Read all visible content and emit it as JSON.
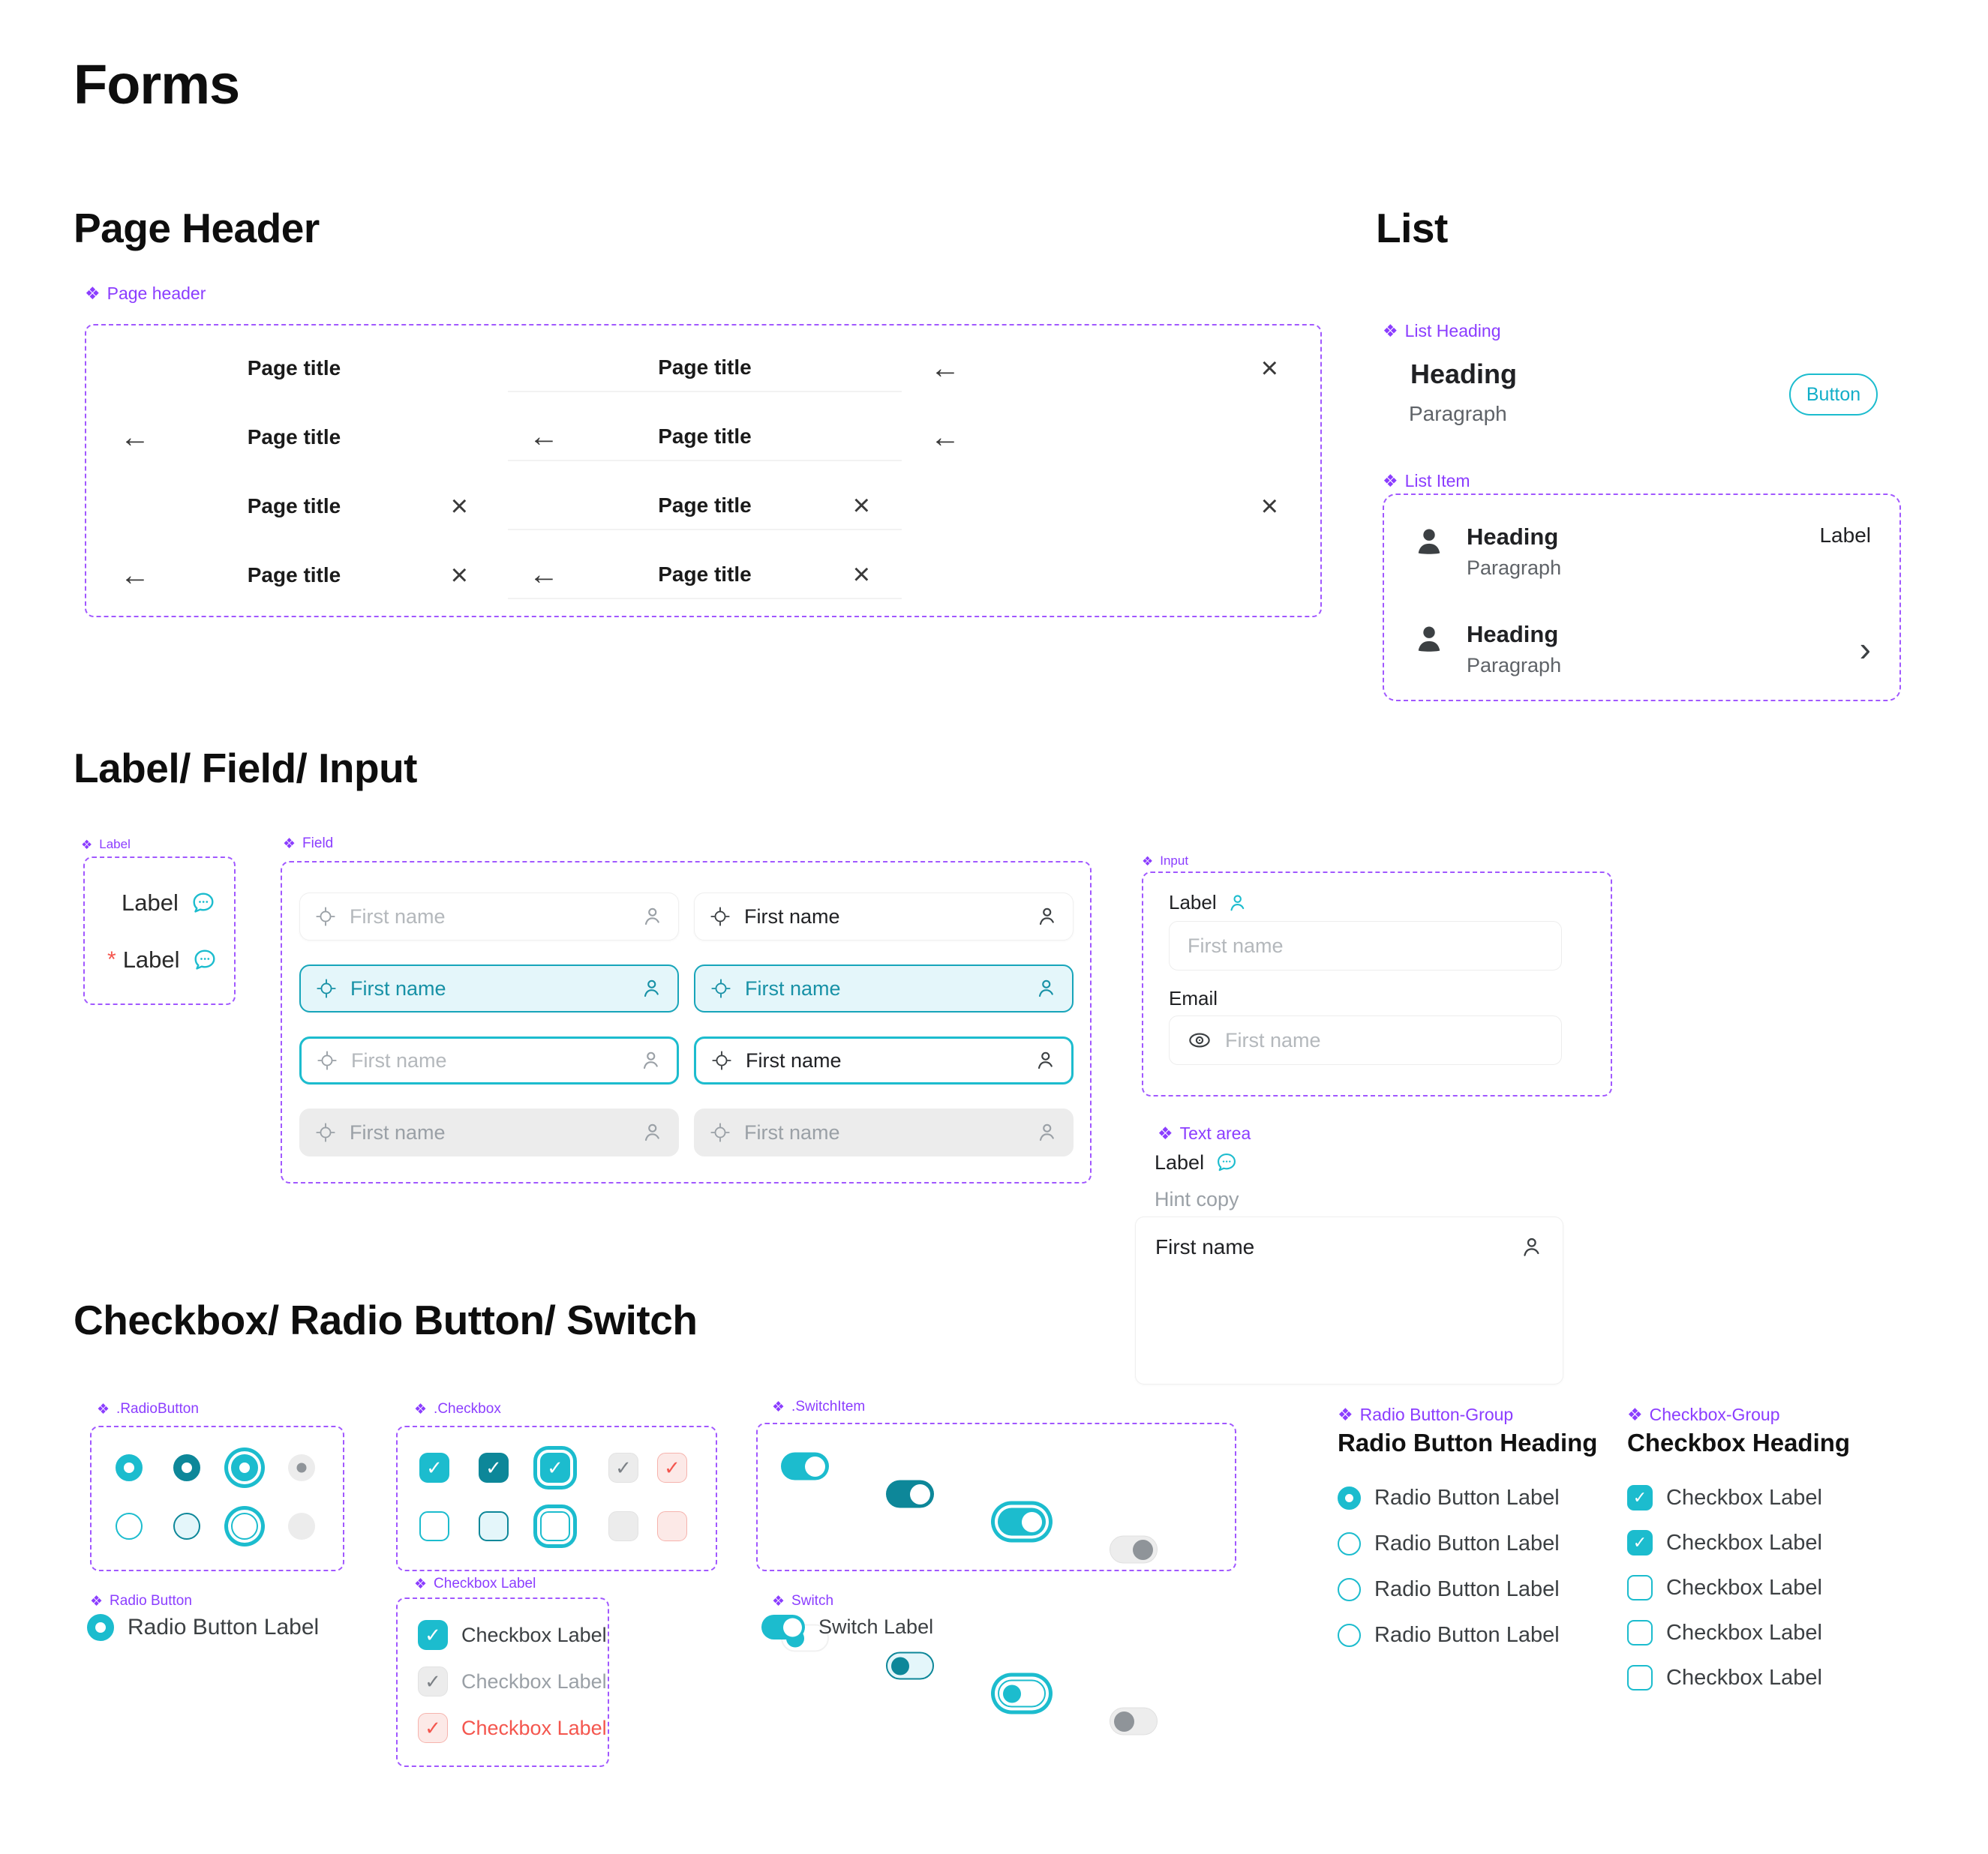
{
  "title": "Forms",
  "icons": {
    "component": "❖",
    "back": "←",
    "close": "×",
    "chevron": "›",
    "check": "✓",
    "asterisk": "*"
  },
  "colors": {
    "accent": "#1CBCCE",
    "accent_dark": "#0D8799",
    "accent_text": "#1791A6",
    "accent_tint": "#E4F6FA",
    "purple": "#8B3DFF",
    "text": "#202124",
    "muted": "#5F6368",
    "placeholder": "#B4B8BC",
    "disabled_bg": "#ECECEC",
    "disabled_fg": "#8F9499",
    "red": "#F4564E",
    "red_tint": "#FCE9E7"
  },
  "page_header": {
    "heading": "Page Header",
    "tag": "Page header",
    "title": "Page title"
  },
  "list": {
    "heading": "List",
    "list_heading": {
      "tag": "List Heading",
      "title": "Heading",
      "paragraph": "Paragraph",
      "button": "Button"
    },
    "list_item": {
      "tag": "List Item",
      "rows": [
        {
          "heading": "Heading",
          "paragraph": "Paragraph",
          "trailing": "Label"
        },
        {
          "heading": "Heading",
          "paragraph": "Paragraph"
        }
      ]
    }
  },
  "label_field_input": {
    "heading": "Label/ Field/ Input",
    "label": {
      "tag": "Label",
      "text": "Label",
      "required_text": "Label"
    },
    "field": {
      "tag": "Field",
      "placeholder": "First name"
    },
    "input": {
      "tag": "Input",
      "label": "Label",
      "first_placeholder": "First name",
      "email_label": "Email",
      "email_placeholder": "First name"
    },
    "textarea": {
      "tag": "Text area",
      "label": "Label",
      "hint": "Hint copy",
      "value": "First name"
    }
  },
  "controls": {
    "heading": "Checkbox/ Radio Button/ Switch",
    "radiobutton_tag": ".RadioButton",
    "checkbox_tag": ".Checkbox",
    "switchitem_tag": ".SwitchItem",
    "radio_single": {
      "tag": "Radio Button",
      "label": "Radio Button Label"
    },
    "checkbox_labels": {
      "tag": "Checkbox Label",
      "items": [
        "Checkbox Label",
        "Checkbox Label",
        "Checkbox Label"
      ]
    },
    "switch_single": {
      "tag": "Switch",
      "label": "Switch Label"
    },
    "radio_group": {
      "tag": "Radio Button-Group",
      "heading": "Radio Button Heading",
      "items": [
        "Radio Button Label",
        "Radio Button Label",
        "Radio Button Label",
        "Radio Button Label"
      ]
    },
    "checkbox_group": {
      "tag": "Checkbox-Group",
      "heading": "Checkbox Heading",
      "items": [
        "Checkbox Label",
        "Checkbox Label",
        "Checkbox Label",
        "Checkbox Label",
        "Checkbox Label"
      ]
    }
  }
}
